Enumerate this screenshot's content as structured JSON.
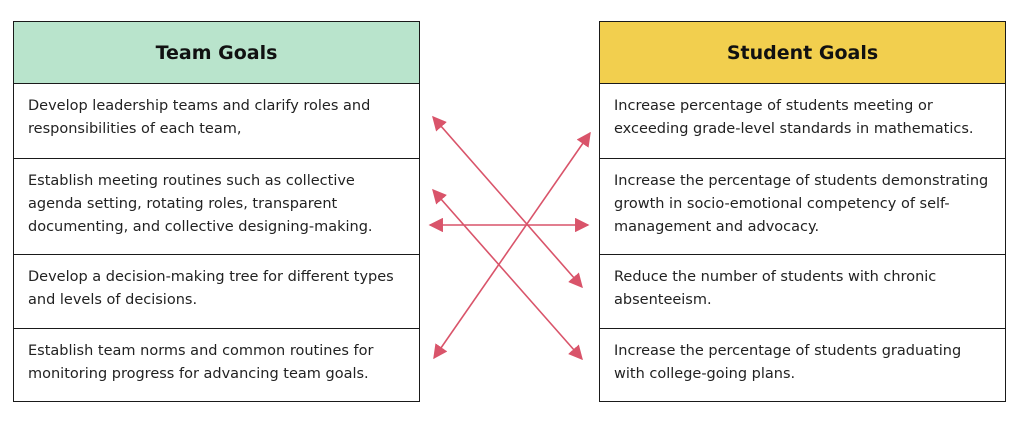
{
  "team_goals": {
    "title": "Team Goals",
    "items": [
      "Develop leadership teams and clarify roles and responsibilities of each team,",
      "Establish meeting routines such as collective agenda setting, rotating roles, transparent documenting, and collective designing-making.",
      "Develop a decision-making tree for different types and levels of decisions.",
      "Establish team norms and common routines for monitoring progress for advancing team goals."
    ]
  },
  "student_goals": {
    "title": "Student Goals",
    "items": [
      "Increase percentage of students meeting or exceeding grade-level standards in mathematics.",
      "Increase the percentage of students demonstrating growth in socio-emotional competency of self-management and advocacy.",
      "Reduce the number of students with chronic absenteeism.",
      "Increase the percentage of students graduating with college-going plans."
    ]
  },
  "colors": {
    "team_header": "#b9e4cc",
    "student_header": "#f2cf4e",
    "arrow": "#d9546a",
    "border": "#1a1a1a"
  }
}
